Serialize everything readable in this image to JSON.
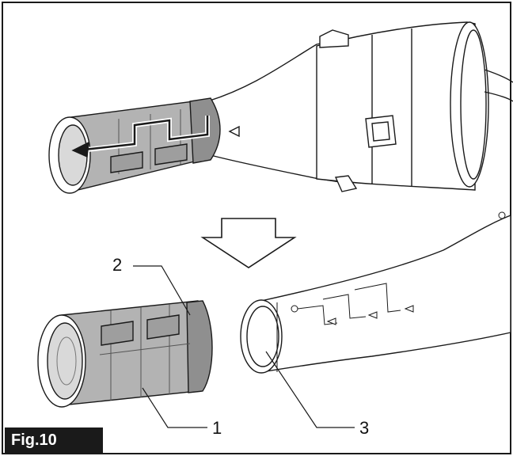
{
  "figure": {
    "label": "Fig.10",
    "callouts": [
      {
        "id": "1",
        "text": "1"
      },
      {
        "id": "2",
        "text": "2"
      },
      {
        "id": "3",
        "text": "3"
      }
    ]
  },
  "colors": {
    "outline": "#1a1a1a",
    "part_fill": "#b3b3b3",
    "part_shade": "#8f8f8f",
    "badge_bg": "#1a1a1a",
    "badge_text": "#ffffff"
  }
}
